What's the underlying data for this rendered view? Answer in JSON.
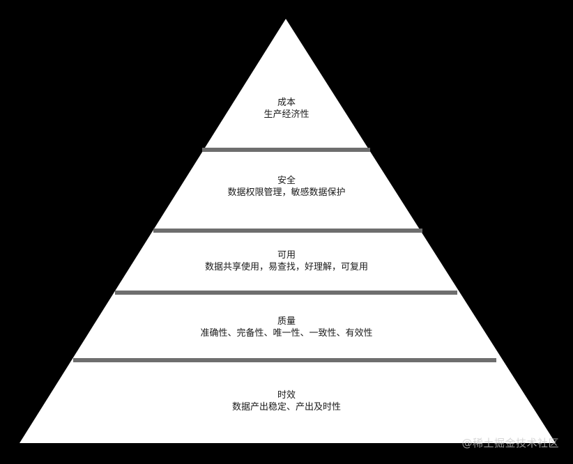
{
  "diagram": {
    "type": "pyramid",
    "colors": {
      "background": "#000000",
      "pyramid_fill": "#ffffff",
      "separator": "#6e6e6e",
      "text": "#1a1a1a",
      "watermark": "#c8c8c8"
    },
    "layers": [
      {
        "title": "成本",
        "description": "生产经济性"
      },
      {
        "title": "安全",
        "description": "数据权限管理，敏感数据保护"
      },
      {
        "title": "可用",
        "description": "数据共享使用，易查找，好理解，可复用"
      },
      {
        "title": "质量",
        "description": "准确性、完备性、唯一性、一致性、有效性"
      },
      {
        "title": "时效",
        "description": "数据产出稳定、产出及时性"
      }
    ]
  },
  "watermark": "@稀土掘金技术社区"
}
